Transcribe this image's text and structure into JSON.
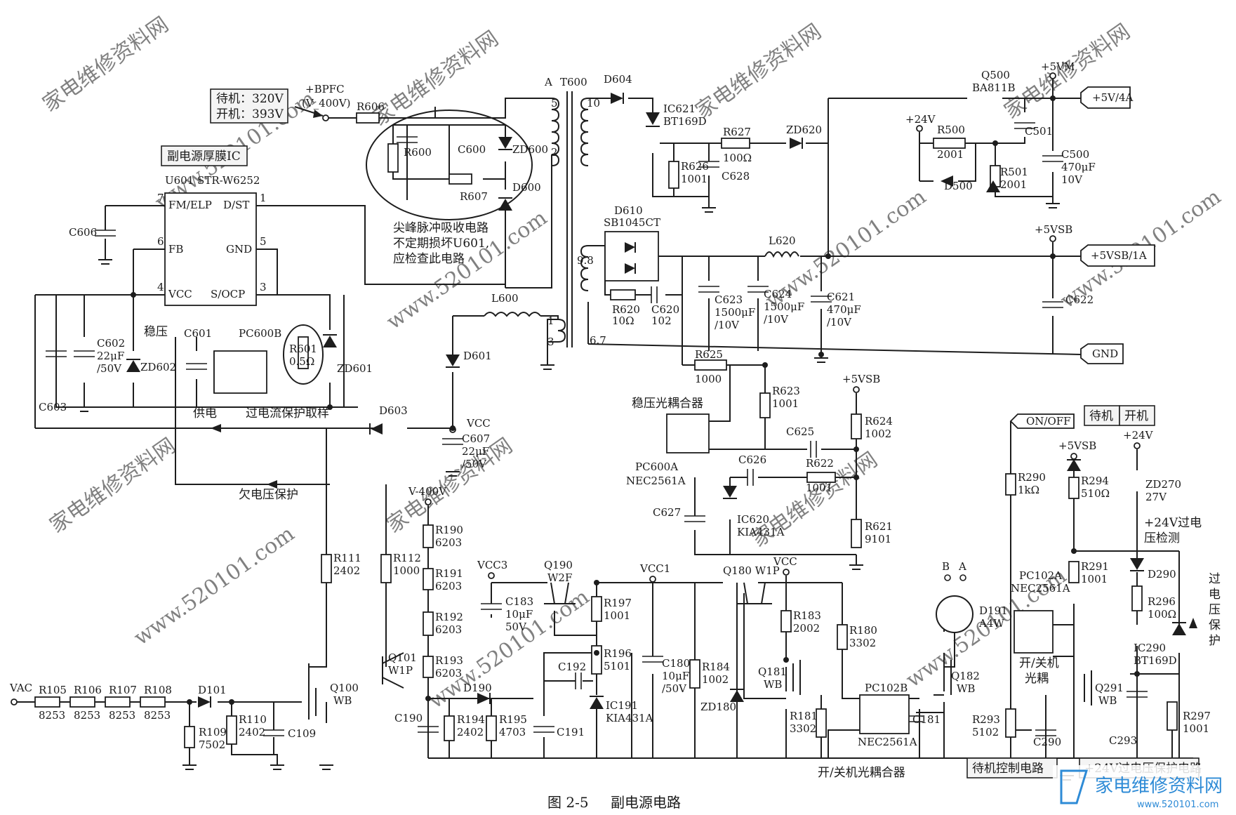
{
  "caption": {
    "figure": "图 2-5",
    "text": "副电源电路"
  },
  "watermarks": [
    "家电维修资料网",
    "www.520101.com"
  ],
  "logo": {
    "text": "家电维修资料网",
    "url": "www.520101.com"
  },
  "boxes": {
    "bpfc_levels": [
      "待机：320V",
      "开机：393V"
    ],
    "thick_film_ic": "副电源厚膜IC",
    "standby_switch": [
      "待机",
      "开机"
    ],
    "standby_ctrl": "待机控制电路",
    "ovp_24v": "+24V过电压保护电路"
  },
  "notes": {
    "snubber": [
      "尖峰脉冲吸收电路",
      "不定期损坏U601,",
      "应检查此电路"
    ],
    "regulate": "稳压",
    "supply": "供电",
    "ocp_sample": "过电流保护取样",
    "uvp": "欠电压保护",
    "reg_opto": "稳压光耦合器",
    "onoff_opto": "开/关机光耦合器",
    "onoff_opto2": [
      "开/关机",
      "光耦"
    ],
    "ov24_detect": [
      "+24V过电",
      "压检测"
    ],
    "overvolt": [
      "过",
      "电",
      "压",
      "保",
      "护"
    ]
  },
  "ports": {
    "p5v": "+5V/4A",
    "p5vsb": "+5VSB/1A",
    "gnd": "GND",
    "onoff": "ON/OFF"
  },
  "rails": {
    "bpfc": [
      "+BPFC",
      "(V_400V)"
    ],
    "v5m": "+5VM",
    "v5sb": "+5VSB",
    "v5sb2": "+5VSB",
    "v5sb3": "+5VSB",
    "v24": "+24V",
    "v24b": "+24V",
    "vcc": "VCC",
    "vcc1": "VCC1",
    "vcc3": "VCC3",
    "vcc2": "VCC",
    "v400": "V-400V",
    "vac": "VAC"
  },
  "ic": {
    "name": "U601  STR-W6252",
    "pins": {
      "fm": "FM/ELP",
      "dst": "D/ST",
      "fb": "FB",
      "gnd": "GND",
      "vcc": "VCC",
      "socp": "S/OCP"
    },
    "nums": [
      "7",
      "1",
      "6",
      "5",
      "4",
      "3"
    ]
  },
  "transformer": {
    "name": "T600",
    "a": "A",
    "pins": [
      "5",
      "2",
      "10",
      "9.8",
      "1",
      "3",
      "6.7"
    ]
  },
  "labels": {
    "r606": "R606",
    "r600": "R600",
    "c600": "C600",
    "zd600": "ZD600",
    "r607": "R607",
    "d600": "D600",
    "c606": "C606",
    "c603": "C603",
    "c602": [
      "C602",
      "22μF",
      "/50V"
    ],
    "zd602": "ZD602",
    "c601": "C601",
    "pc600b": "PC600B",
    "r601": [
      "R601",
      "0.5Ω"
    ],
    "zd601": "ZD601",
    "d604": "D604",
    "ic621": [
      "IC621",
      "BT169D"
    ],
    "r626": [
      "R626",
      "1001"
    ],
    "c628": "C628",
    "r627": [
      "R627",
      "100Ω"
    ],
    "zd620": "ZD620",
    "d610": [
      "D610",
      "SB1045CT"
    ],
    "r620": [
      "R620",
      "10Ω"
    ],
    "c620": [
      "C620",
      "102"
    ],
    "c623": [
      "C623",
      "1500μF",
      "/10V"
    ],
    "c624": [
      "C624",
      "1500μF",
      "/10V"
    ],
    "l620": "L620",
    "c621": [
      "C621",
      "470μF",
      "/10V"
    ],
    "c622": "C622",
    "q500": [
      "Q500",
      "BA811B"
    ],
    "r500": [
      "R500",
      "2001"
    ],
    "d500": "D500",
    "c501": "C501",
    "r501": [
      "R501",
      "2001"
    ],
    "c500": [
      "C500",
      "470μF",
      "10V"
    ],
    "l600": "L600",
    "d601": "D601",
    "d603": "D603",
    "c607": [
      "C607",
      "22μF",
      "/50V"
    ],
    "r625": [
      "R625",
      "1000"
    ],
    "r623": [
      "R623",
      "1001"
    ],
    "c625": "C625",
    "c626": "C626",
    "r622": [
      "R622",
      "1001"
    ],
    "r624": [
      "R624",
      "1002"
    ],
    "r621": [
      "R621",
      "9101"
    ],
    "pc600a": [
      "PC600A",
      "NEC2561A"
    ],
    "c627": "C627",
    "ic620": [
      "IC620",
      "KIA431A"
    ],
    "r111": [
      "R111",
      "2402"
    ],
    "r112": [
      "R112",
      "1000"
    ],
    "q101": [
      "Q101",
      "W1P"
    ],
    "q100": [
      "Q100",
      "WB"
    ],
    "r105": [
      "R105",
      "8253"
    ],
    "r106": [
      "R106",
      "8253"
    ],
    "r107": [
      "R107",
      "8253"
    ],
    "r108": [
      "R108",
      "8253"
    ],
    "d101": "D101",
    "r109": [
      "R109",
      "7502"
    ],
    "r110": [
      "R110",
      "2402"
    ],
    "c109": "C109",
    "r190": [
      "R190",
      "6203"
    ],
    "r191": [
      "R191",
      "6203"
    ],
    "r192": [
      "R192",
      "6203"
    ],
    "r193": [
      "R193",
      "6203"
    ],
    "c190": "C190",
    "d190": "D190",
    "r194": [
      "R194",
      "2402"
    ],
    "r195": [
      "R195",
      "4703"
    ],
    "c191": "C191",
    "c183": [
      "C183",
      "10μF",
      "50V"
    ],
    "q190": [
      "Q190",
      "W2F"
    ],
    "r197": [
      "R197",
      "1001"
    ],
    "r196": [
      "R196",
      "5101"
    ],
    "c192": "C192",
    "ic191": [
      "IC191",
      "KIA431A"
    ],
    "c180": [
      "C180",
      "10μF",
      "/50V"
    ],
    "r184": [
      "R184",
      "1002"
    ],
    "zd180": "ZD180",
    "q180": "Q180  W1P",
    "r183": [
      "R183",
      "2002"
    ],
    "r180": [
      "R180",
      "3302"
    ],
    "q181": [
      "Q181",
      "WB"
    ],
    "r181": [
      "R181",
      "3302"
    ],
    "pc102b": [
      "PC102B",
      "NEC2561A"
    ],
    "c181": "C181",
    "d191": [
      "D191",
      "A4W"
    ],
    "ba": [
      "B",
      "A"
    ],
    "q182": [
      "Q182",
      "WB"
    ],
    "r290": [
      "R290",
      "1kΩ"
    ],
    "r294": [
      "R294",
      "510Ω"
    ],
    "zd270": [
      "ZD270",
      "27V"
    ],
    "pc102a": [
      "PC102A",
      "NEC2561A"
    ],
    "r291": [
      "R291",
      "1001"
    ],
    "d290": "D290",
    "r296": [
      "R296",
      "100Ω"
    ],
    "q291": [
      "Q291",
      "WB"
    ],
    "ic290": [
      "IC290",
      "BT169D"
    ],
    "r293": [
      "R293",
      "5102"
    ],
    "c290": "C290",
    "c293": "C293",
    "r297": [
      "R297",
      "1001"
    ]
  }
}
